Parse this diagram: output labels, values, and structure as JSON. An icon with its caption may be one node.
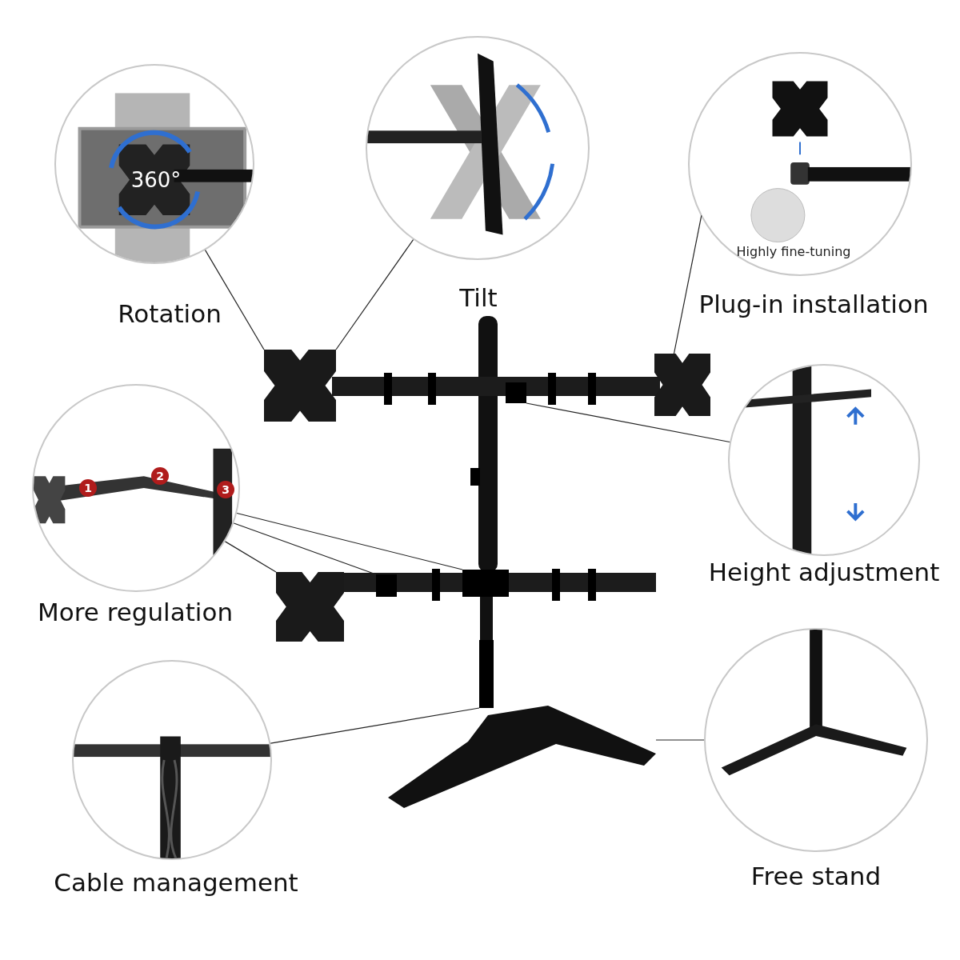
{
  "diagram": {
    "nodes": [
      {
        "text": [
          "360°",
          "Rotation"
        ]
      },
      {
        "text": [
          "Tilt"
        ]
      },
      {
        "text": [
          "Highly fine-tuning",
          "Plug-in installation"
        ]
      },
      {
        "text": [
          "More regulation"
        ]
      },
      {
        "text": [
          "Height adjustment"
        ]
      },
      {
        "text": [
          "Cable management"
        ]
      },
      {
        "text": [
          "Free stand"
        ]
      },
      {
        "text": [],
        "shape": "box"
      },
      {
        "text": [],
        "shape": "box"
      },
      {
        "text": [],
        "shape": "box"
      },
      {
        "text": [],
        "shape": "box"
      },
      {
        "text": [],
        "shape": "box"
      },
      {
        "text": [],
        "shape": "box"
      },
      {
        "text": [],
        "shape": "box"
      },
      {
        "text": [],
        "shape": "box"
      }
    ],
    "edges": [
      {
        "from": 0,
        "to": 7,
        "arrow": "none"
      },
      {
        "from": 1,
        "to": 7,
        "arrow": "none"
      },
      {
        "from": 2,
        "to": 8,
        "arrow": "none"
      },
      {
        "from": 4,
        "to": 9,
        "arrow": "none"
      },
      {
        "from": 3,
        "to": 10,
        "arrow": "none"
      },
      {
        "from": 3,
        "to": 11,
        "arrow": "none"
      },
      {
        "from": 3,
        "to": 12,
        "arrow": "none"
      },
      {
        "from": 5,
        "to": 13,
        "arrow": "none"
      },
      {
        "from": 6,
        "to": 14,
        "arrow": "none"
      }
    ],
    "labels": [
      "1",
      "2",
      "3"
    ]
  }
}
